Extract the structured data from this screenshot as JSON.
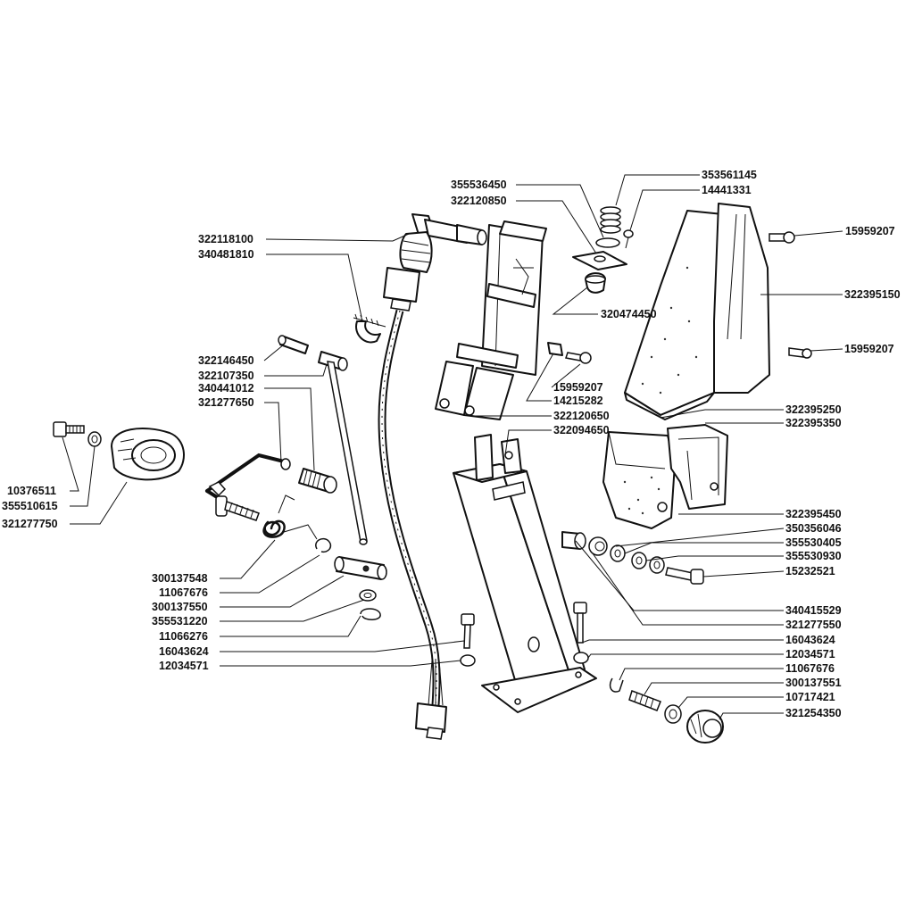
{
  "part_labels": {
    "p353561145": "353561145",
    "p355536450": "355536450",
    "p14441331": "14441331",
    "p322120850": "322120850",
    "p15959207_a": "15959207",
    "p322118100": "322118100",
    "p340481810": "340481810",
    "p322395150": "322395150",
    "p320474450": "320474450",
    "p15959207_b": "15959207",
    "p322146450": "322146450",
    "p322107350": "322107350",
    "p340441012": "340441012",
    "p321277650": "321277650",
    "p15959207_c": "15959207",
    "p14215282": "14215282",
    "p322395250": "322395250",
    "p322120650": "322120650",
    "p322395350": "322395350",
    "p322094650": "322094650",
    "p10376511": "10376511",
    "p355510615": "355510615",
    "p321277750": "321277750",
    "p322395450": "322395450",
    "p350356046": "350356046",
    "p355530405": "355530405",
    "p355530930": "355530930",
    "p15232521": "15232521",
    "p300137548": "300137548",
    "p11067676_a": "11067676",
    "p300137550": "300137550",
    "p355531220": "355531220",
    "p11066276": "11066276",
    "p16043624_a": "16043624",
    "p12034571_a": "12034571",
    "p340415529": "340415529",
    "p321277550": "321277550",
    "p16043624_b": "16043624",
    "p12034571_b": "12034571",
    "p11067676_b": "11067676",
    "p300137551": "300137551",
    "p10717421": "10717421",
    "p321254350": "321254350"
  }
}
